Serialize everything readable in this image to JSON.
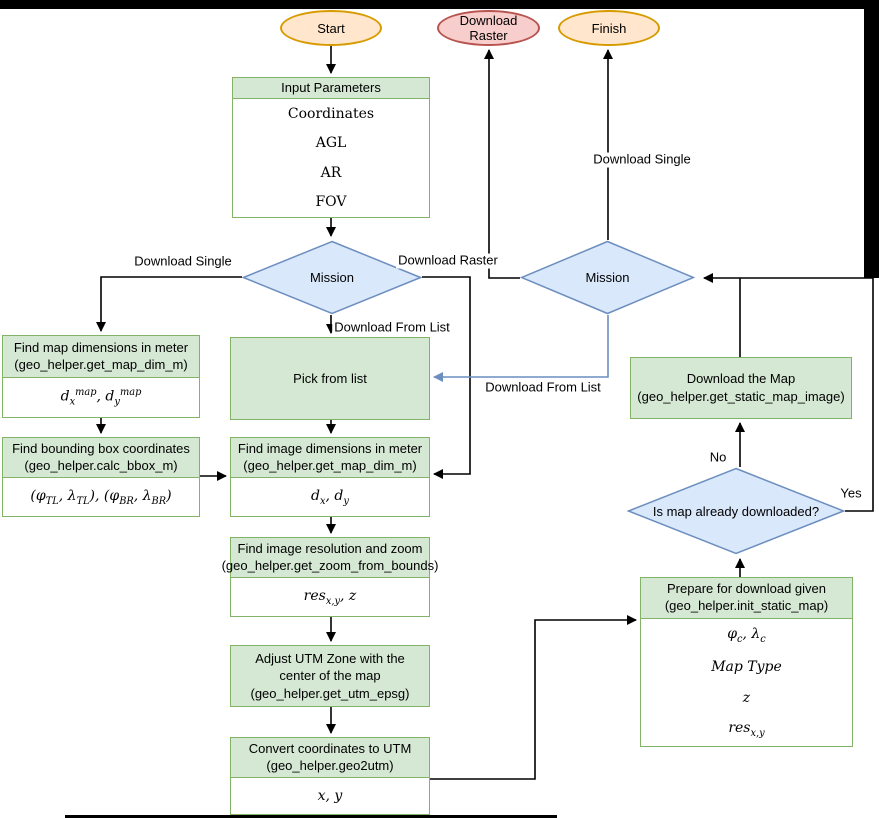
{
  "flowchart": {
    "terminals": {
      "start": "Start",
      "download_raster": "Download Raster",
      "finish": "Finish"
    },
    "decisions": {
      "mission_left": "Mission",
      "mission_right": "Mission",
      "map_downloaded": "Is map already downloaded?"
    },
    "processes": {
      "input_parameters": {
        "title": "Input Parameters",
        "rows": [
          "Coordinates",
          "AGL",
          "AR",
          "FOV"
        ]
      },
      "find_map_dims": {
        "title": "Find map dimensions in meter",
        "func": "(geo_helper.get_map_dim_m)",
        "output": "d_{x}^{map}, d_{y}^{map}"
      },
      "find_bbox": {
        "title": "Find bounding box coordinates",
        "func": "(geo_helper.calc_bbox_m)",
        "output": "(φ_{TL}, λ_{TL}), (φ_{BR}, λ_{BR})"
      },
      "pick_from_list": {
        "title": "Pick from list"
      },
      "find_image_dims": {
        "title": "Find image dimensions in meter",
        "func": "(geo_helper.get_map_dim_m)",
        "output": "d_{x}, d_{y}"
      },
      "find_resolution": {
        "title": "Find image resolution and zoom",
        "func": "(geo_helper.get_zoom_from_bounds)",
        "output": "res_{x,y}, z"
      },
      "adjust_utm": {
        "title": "Adjust UTM Zone with the center of the map",
        "func": "(geo_helper.get_utm_epsg)"
      },
      "convert_utm": {
        "title": "Convert coordinates to UTM",
        "func": "(geo_helper.geo2utm)",
        "output": "x, y"
      },
      "download_map": {
        "title": "Download the Map",
        "func": "(geo_helper.get_static_map_image)"
      },
      "prepare_download": {
        "title": "Prepare for download given",
        "func": "(geo_helper.init_static_map)",
        "outputs": [
          "φ_{c}, λ_{c}",
          "Map Type",
          "z",
          "res_{x,y}"
        ]
      }
    },
    "edge_labels": {
      "download_single_left": "Download Single",
      "download_raster_mid": "Download Raster",
      "download_from_list_left": "Download From List",
      "download_single_right": "Download Single",
      "download_from_list_blue": "Download From List",
      "no": "No",
      "yes": "Yes"
    },
    "colors": {
      "process_fill": "#d5e8d4",
      "process_border": "#82b366",
      "decision_fill": "#dae8fc",
      "decision_border": "#6c8ebf",
      "terminal_fill": "#ffe6cc",
      "terminal_border": "#d79b00",
      "raster_fill": "#f8cecc",
      "raster_border": "#b85450",
      "edge": "#000000",
      "edge_alt": "#6c8ebf"
    }
  }
}
